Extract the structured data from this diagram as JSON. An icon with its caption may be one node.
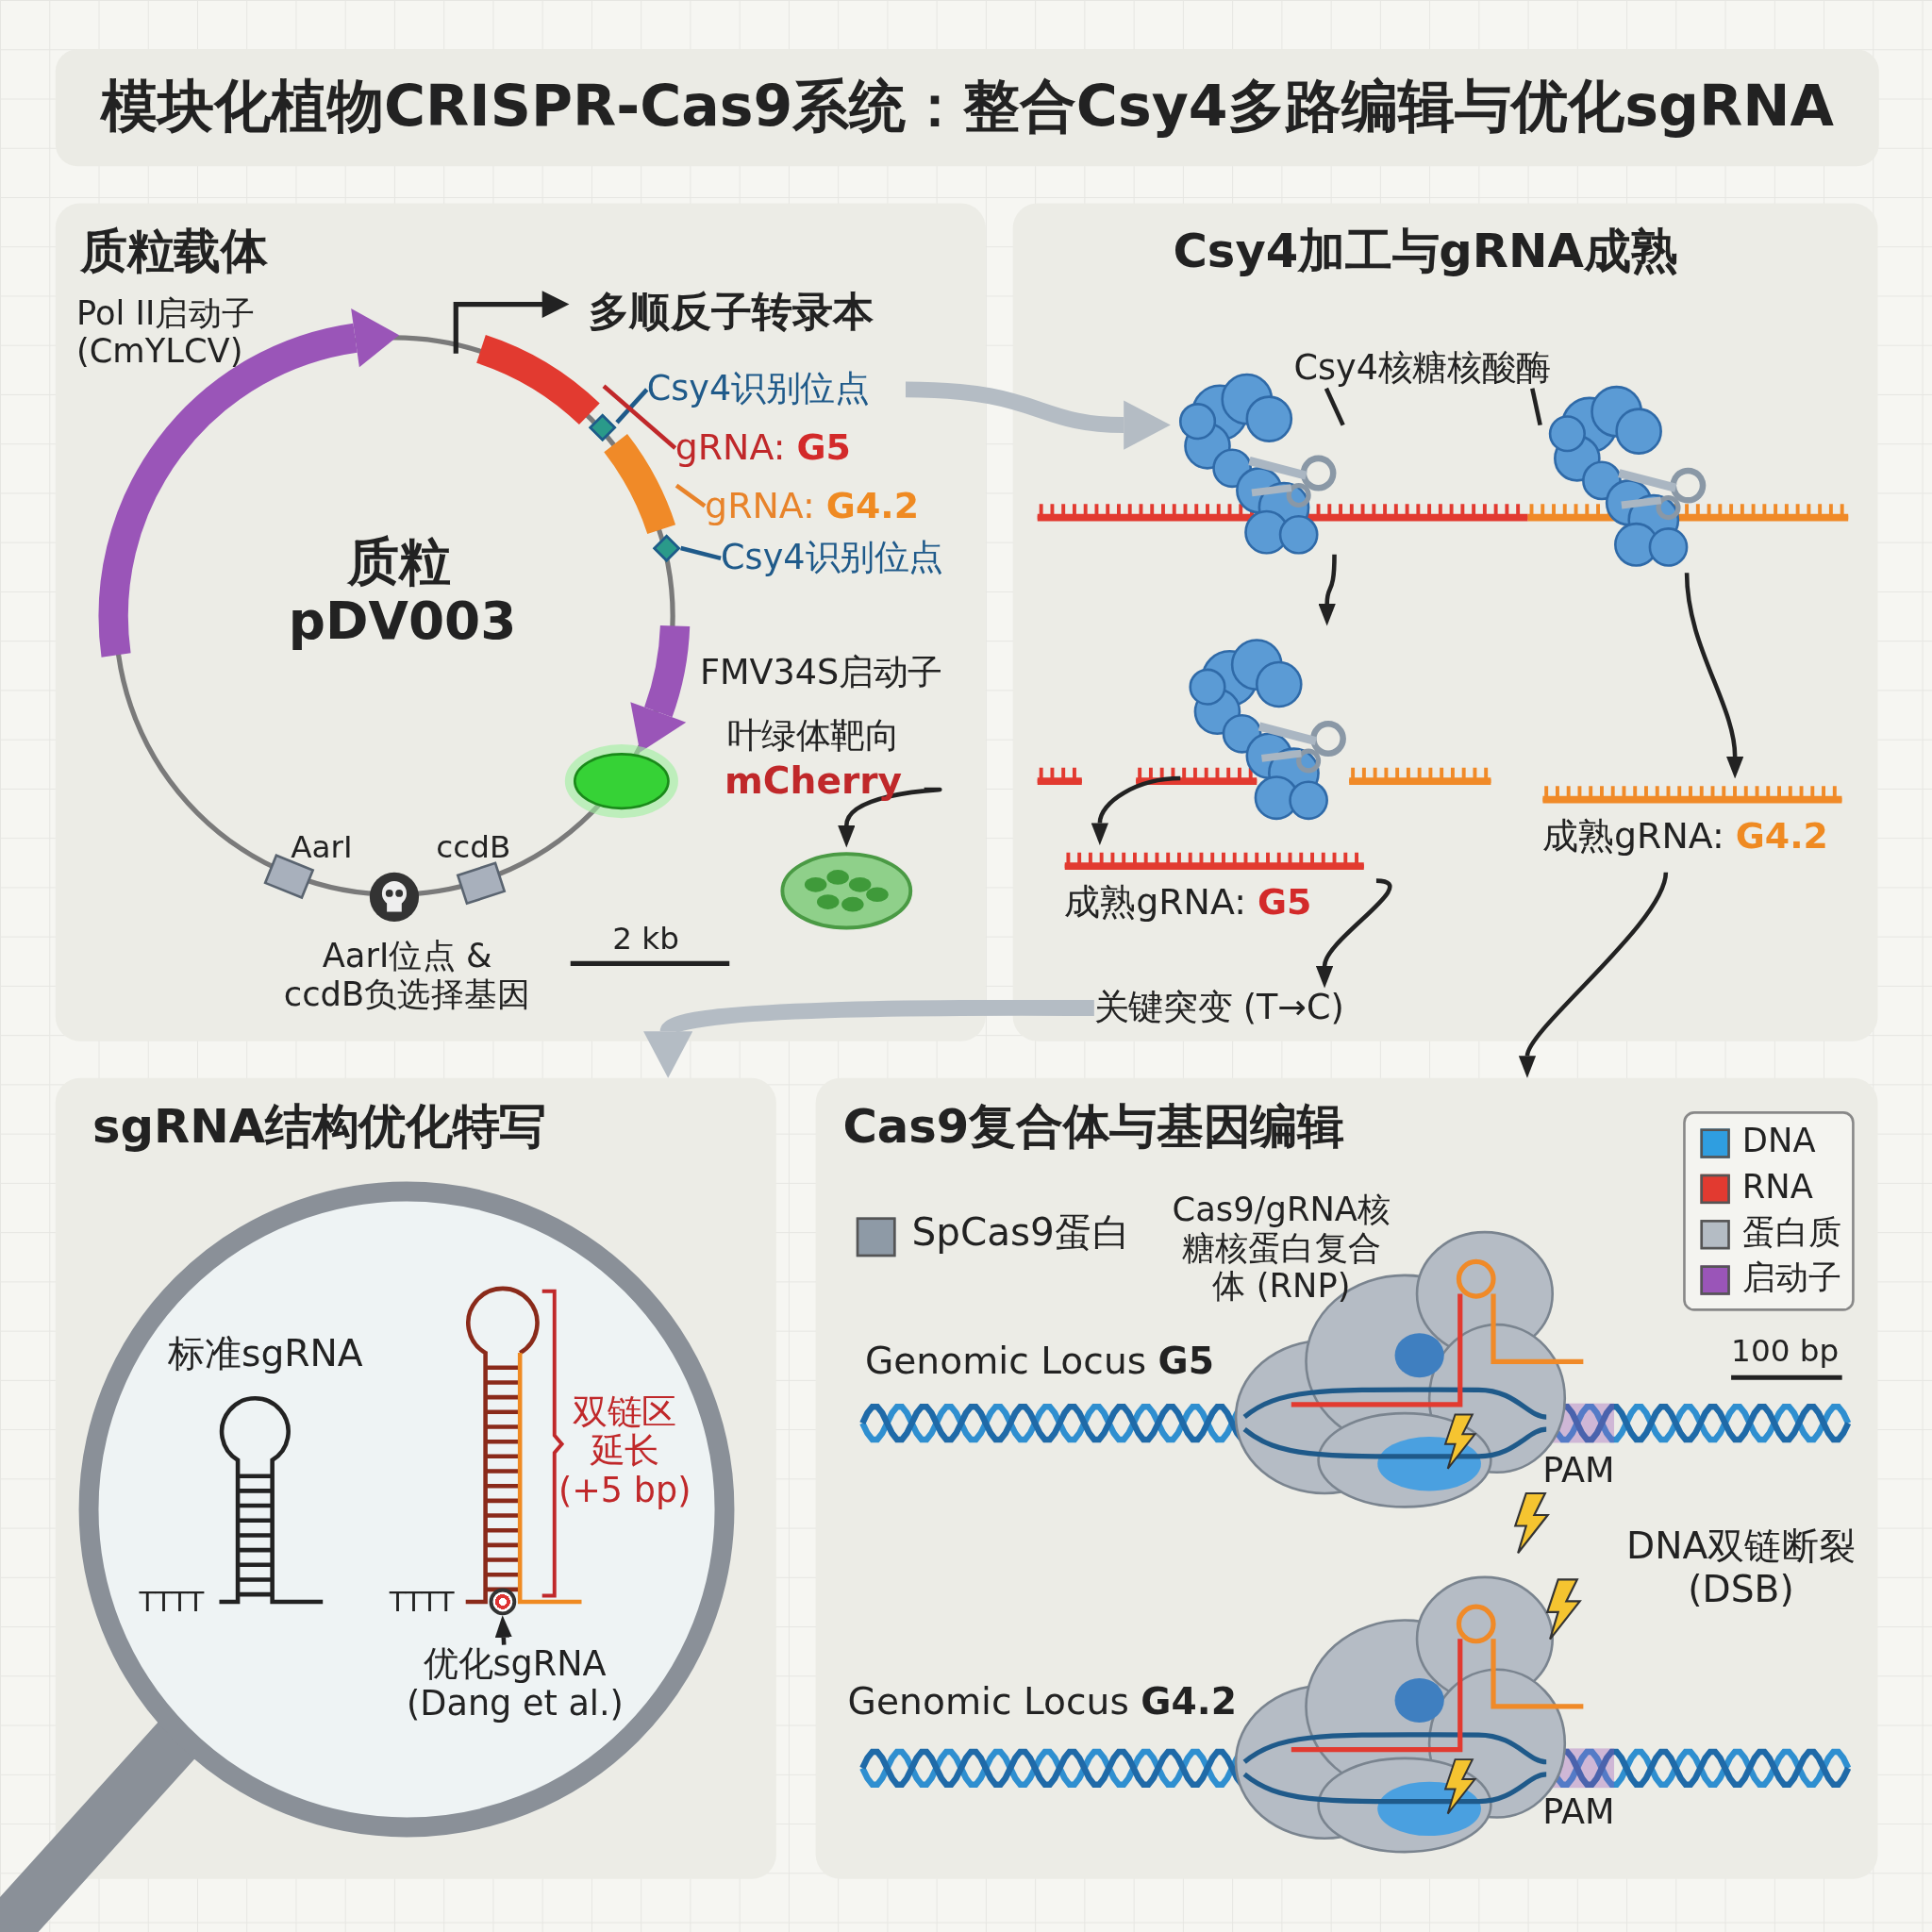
{
  "diagram": {
    "title": "模块化植物CRISPR-Cas9系统：整合Csy4多路编辑与优化sgRNA",
    "nodes": [
      {
        "text": [
          "质粒载体"
        ]
      },
      {
        "text": [
          "质粒 pDV003"
        ],
        "in": 0
      },
      {
        "text": [
          "Csy4识别位点"
        ],
        "in": 0
      },
      {
        "text": [
          "gRNA: **G5**"
        ],
        "in": 0
      },
      {
        "text": [
          "gRNA: **G4.2**"
        ],
        "in": 0
      },
      {
        "text": [
          "Csy4识别位点"
        ],
        "in": 0
      },
      {
        "text": [
          "叶绿体靶向",
          "mCherry"
        ],
        "in": 0
      },
      {
        "text": [],
        "shape": "picture",
        "in": 0
      },
      {
        "text": [
          "Csy4加工与gRNA成熟"
        ]
      },
      {
        "text": [
          "Csy4核糖核酸酶"
        ],
        "in": 8
      },
      {
        "text": [],
        "shape": "picture",
        "in": 8
      },
      {
        "text": [],
        "shape": "picture",
        "in": 8
      },
      {
        "text": [],
        "shape": "picture",
        "in": 8
      },
      {
        "text": [
          "成熟gRNA: **G5**"
        ],
        "in": 8
      },
      {
        "text": [
          "成熟gRNA: **G4.2**"
        ],
        "in": 8
      },
      {
        "text": [
          "关键突变 (T→C)"
        ],
        "in": 8
      },
      {
        "text": [
          "sgRNA结构优化特写"
        ]
      },
      {
        "text": [
          "优化sgRNA (Dang et al.)"
        ],
        "in": 16
      },
      {
        "text": [],
        "shape": "circle",
        "in": 16
      },
      {
        "text": [
          "Cas9复合体与基因编辑"
        ]
      },
      {
        "text": [],
        "shape": "bar",
        "in": 1
      },
      {
        "text": [],
        "shape": "diamond",
        "in": 1
      },
      {
        "text": [],
        "shape": "bar",
        "in": 1
      },
      {
        "text": [],
        "shape": "diamond",
        "in": 1
      }
    ],
    "edges": [
      {
        "from": 2,
        "to": 21,
        "arrow": "none",
        "color": "#1f5a8a"
      },
      {
        "from": 3,
        "to": 20,
        "arrow": "none",
        "color": "#c0282a"
      },
      {
        "from": 4,
        "to": 22,
        "arrow": "none",
        "color": "#e8832a"
      },
      {
        "from": 5,
        "to": 23,
        "arrow": "none",
        "color": "#1f5a8a"
      },
      {
        "from": 6,
        "to": 7,
        "arrow": "to"
      },
      {
        "from": 2,
        "to": 10,
        "arrow": "to",
        "style": "thick",
        "color": "#b4bcc4"
      },
      {
        "from": 9,
        "to": 10,
        "arrow": "none"
      },
      {
        "from": 9,
        "to": 11,
        "arrow": "none"
      },
      {
        "from": 10,
        "to": 12,
        "arrow": "to"
      },
      {
        "from": 11,
        "to": 14,
        "arrow": "to"
      },
      {
        "from": 12,
        "to": 13,
        "arrow": "to"
      },
      {
        "from": 13,
        "to": 15,
        "arrow": "to"
      },
      {
        "from": 15,
        "to": 16,
        "arrow": "to",
        "style": "thick",
        "color": "#b4bcc4"
      },
      {
        "from": 14,
        "to": 19,
        "arrow": "to"
      },
      {
        "from": 17,
        "to": 18,
        "arrow": "to"
      }
    ],
    "labels": [
      "Pol II启动子 (CmYLCV)",
      "多顺反子转录本",
      "FMV34S启动子",
      "AarI",
      "ccdB",
      "AarI位点 & ccdB负选择基因",
      "2 kb",
      "标准sgRNA",
      "TTTT",
      "TTTT",
      "双链区延长 (+5 bp)",
      "Cas9/gRNA核糖核蛋白复合体 (RNP)",
      "Genomic Locus **G5**",
      "100 bp",
      "PAM",
      "DNA双链断裂 (DSB)",
      "Genomic Locus **G4.2**",
      "PAM"
    ],
    "legend": [
      {
        "text": "SpCas9蛋白",
        "color": "#8e9aa6"
      },
      {
        "text": "DNA",
        "color": "#2f9ee0"
      },
      {
        "text": "RNA",
        "color": "#e23a30"
      },
      {
        "text": "蛋白质",
        "color": "#b4bcc4"
      },
      {
        "text": "启动子",
        "color": "#9a55b8"
      }
    ]
  }
}
